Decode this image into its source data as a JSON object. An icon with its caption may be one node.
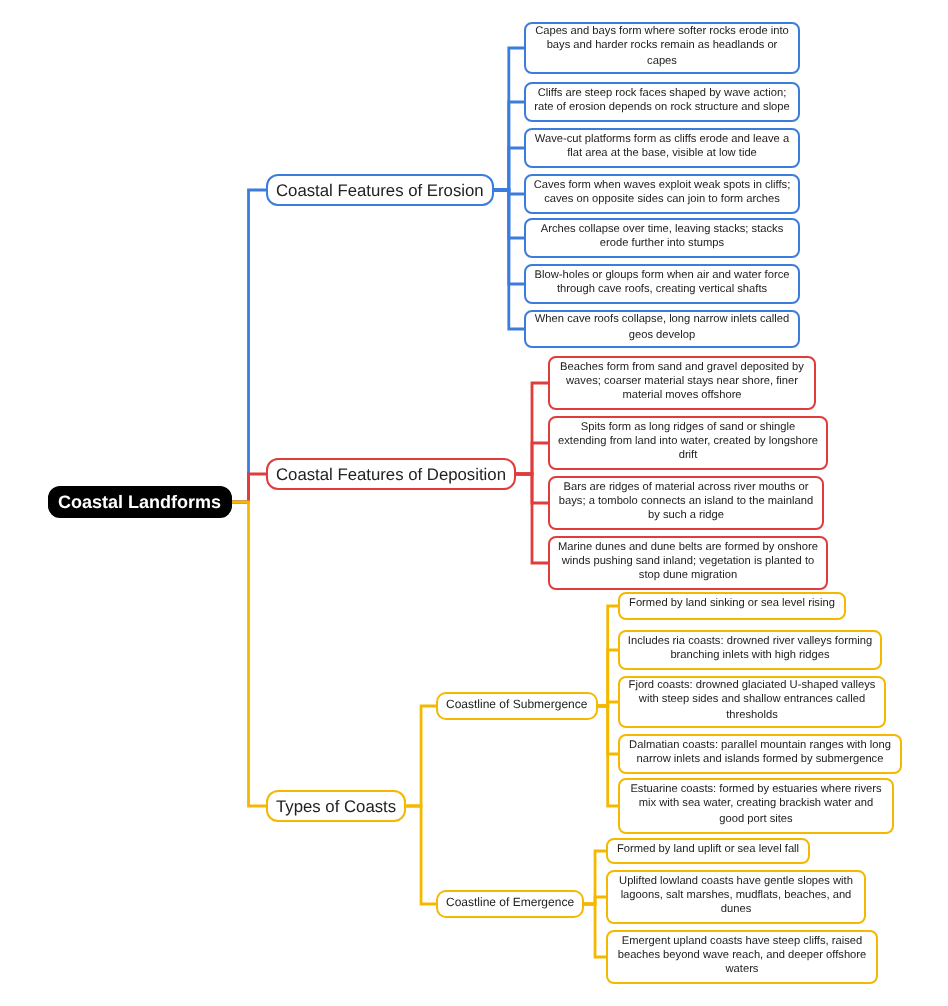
{
  "diagram": {
    "nodes": [
      {
        "text": [
          "Coastal Landforms"
        ]
      },
      {
        "text": [
          "Coastal Features of Erosion"
        ]
      },
      {
        "text": [
          "Capes and bays form where softer rocks erode into bays and harder rocks remain as headlands or capes"
        ]
      },
      {
        "text": [
          "Cliffs are steep rock faces shaped by wave action; rate of erosion depends on rock structure and slope"
        ]
      },
      {
        "text": [
          "Wave-cut platforms form as cliffs erode and leave a flat area at the base, visible at low tide"
        ]
      },
      {
        "text": [
          "Caves form when waves exploit weak spots in cliffs; caves on opposite sides can join to form arches"
        ]
      },
      {
        "text": [
          "Arches collapse over time, leaving stacks; stacks erode further into stumps"
        ]
      },
      {
        "text": [
          "Blow-holes or gloups form when air and water force through cave roofs, creating vertical shafts"
        ]
      },
      {
        "text": [
          "When cave roofs collapse, long narrow inlets called geos develop"
        ]
      },
      {
        "text": [
          "Coastal Features of Deposition"
        ]
      },
      {
        "text": [
          "Beaches form from sand and gravel deposited by waves; coarser material stays near shore, finer material moves offshore"
        ]
      },
      {
        "text": [
          "Spits form as long ridges of sand or shingle extending from land into water, created by longshore drift"
        ]
      },
      {
        "text": [
          "Bars are ridges of material across river mouths or bays; a tombolo connects an island to the mainland by such a ridge"
        ]
      },
      {
        "text": [
          "Marine dunes and dune belts are formed by onshore winds pushing sand inland; vegetation is planted to stop dune migration"
        ]
      },
      {
        "text": [
          "Types of Coasts"
        ]
      },
      {
        "text": [
          "Coastline of Submergence"
        ]
      },
      {
        "text": [
          "Formed by land sinking or sea level rising"
        ]
      },
      {
        "text": [
          "Includes ria coasts: drowned river valleys forming branching inlets with high ridges"
        ]
      },
      {
        "text": [
          "Fjord coasts: drowned glaciated U-shaped valleys with steep sides and shallow entrances called thresholds"
        ]
      },
      {
        "text": [
          "Dalmatian coasts: parallel mountain ranges with long narrow inlets and islands formed by submergence"
        ]
      },
      {
        "text": [
          "Estuarine coasts: formed by estuaries where rivers mix with sea water, creating brackish water and good port sites"
        ]
      },
      {
        "text": [
          "Coastline of Emergence"
        ]
      },
      {
        "text": [
          "Formed by land uplift or sea level fall"
        ]
      },
      {
        "text": [
          "Uplifted lowland coasts have gentle slopes with lagoons, salt marshes, mudflats, beaches, and dunes"
        ]
      },
      {
        "text": [
          "Emergent upland coasts have steep cliffs, raised beaches beyond wave reach, and deeper offshore waters"
        ]
      }
    ],
    "edges": [
      {
        "from": 0,
        "to": 1,
        "arrow": "none",
        "color": "#3b7ddd"
      },
      {
        "from": 1,
        "to": 2,
        "arrow": "none",
        "color": "#3b7ddd"
      },
      {
        "from": 1,
        "to": 3,
        "arrow": "none",
        "color": "#3b7ddd"
      },
      {
        "from": 1,
        "to": 4,
        "arrow": "none",
        "color": "#3b7ddd"
      },
      {
        "from": 1,
        "to": 5,
        "arrow": "none",
        "color": "#3b7ddd"
      },
      {
        "from": 1,
        "to": 6,
        "arrow": "none",
        "color": "#3b7ddd"
      },
      {
        "from": 1,
        "to": 7,
        "arrow": "none",
        "color": "#3b7ddd"
      },
      {
        "from": 1,
        "to": 8,
        "arrow": "none",
        "color": "#3b7ddd"
      },
      {
        "from": 0,
        "to": 9,
        "arrow": "none",
        "color": "#e03c3c"
      },
      {
        "from": 9,
        "to": 10,
        "arrow": "none",
        "color": "#e03c3c"
      },
      {
        "from": 9,
        "to": 11,
        "arrow": "none",
        "color": "#e03c3c"
      },
      {
        "from": 9,
        "to": 12,
        "arrow": "none",
        "color": "#e03c3c"
      },
      {
        "from": 9,
        "to": 13,
        "arrow": "none",
        "color": "#e03c3c"
      },
      {
        "from": 0,
        "to": 14,
        "arrow": "none"
      },
      {
        "from": 14,
        "to": 15,
        "arrow": "none"
      },
      {
        "from": 15,
        "to": 16,
        "arrow": "none"
      },
      {
        "from": 15,
        "to": 17,
        "arrow": "none"
      },
      {
        "from": 15,
        "to": 18,
        "arrow": "none"
      },
      {
        "from": 15,
        "to": 19,
        "arrow": "none"
      },
      {
        "from": 15,
        "to": 20,
        "arrow": "none"
      },
      {
        "from": 14,
        "to": 21,
        "arrow": "none"
      },
      {
        "from": 21,
        "to": 22,
        "arrow": "none"
      },
      {
        "from": 21,
        "to": 23,
        "arrow": "none"
      },
      {
        "from": 21,
        "to": 24,
        "arrow": "none"
      }
    ]
  }
}
